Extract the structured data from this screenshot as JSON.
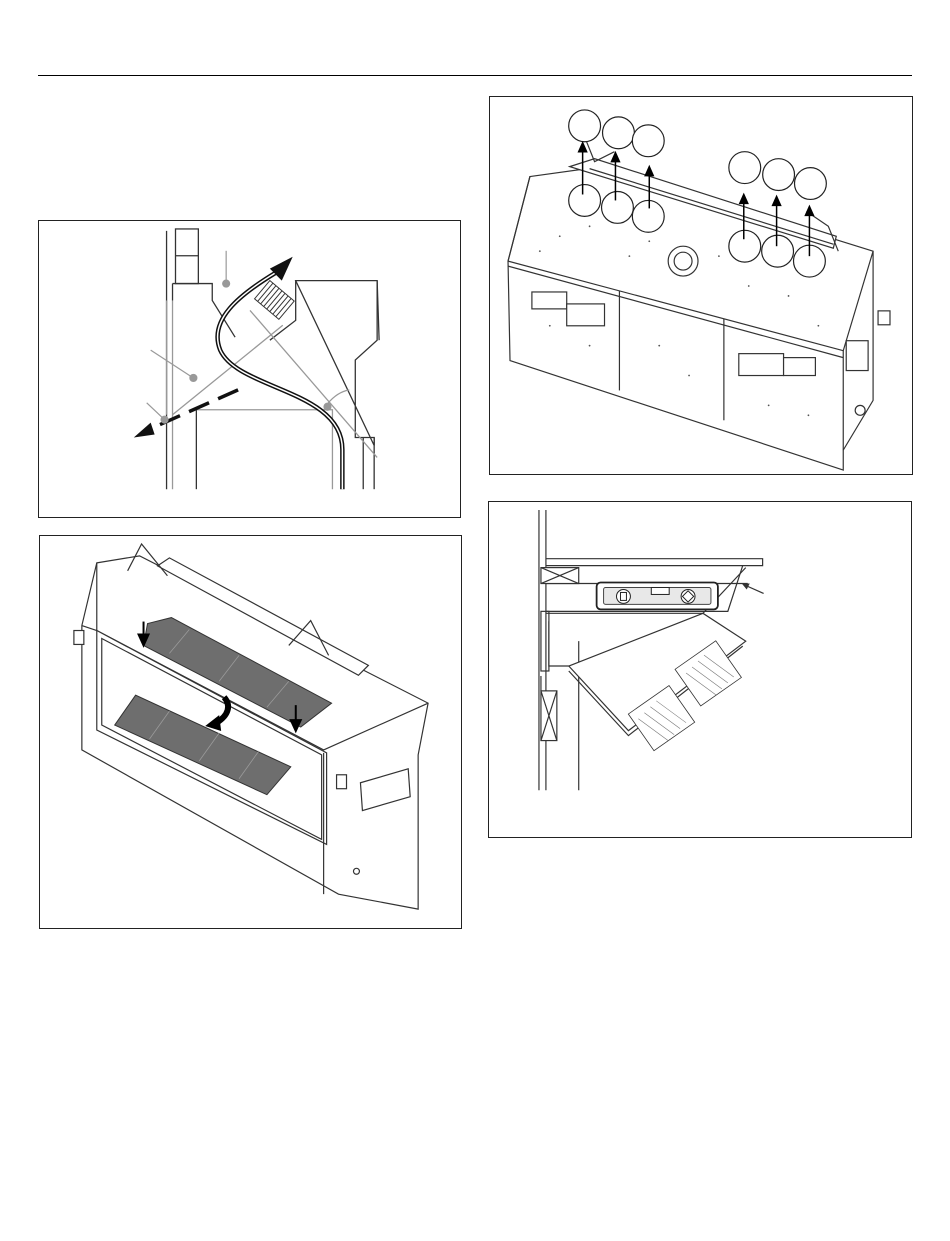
{
  "page": {
    "header_rule": true,
    "figures": [
      {
        "id": "fig-a",
        "subject": "vent-cross-section-with-airflow-arrows"
      },
      {
        "id": "fig-b",
        "subject": "fireplace-top-with-circle-callouts"
      },
      {
        "id": "fig-c",
        "subject": "fireplace-panel-installation"
      },
      {
        "id": "fig-d",
        "subject": "level-on-mounting-bracket"
      }
    ],
    "callout_circles": {
      "upper_row": 6,
      "lower_row": 6
    },
    "colors": {
      "line": "#222222",
      "gray": "#9a9a9a",
      "panel": "#6e6e6e"
    }
  }
}
